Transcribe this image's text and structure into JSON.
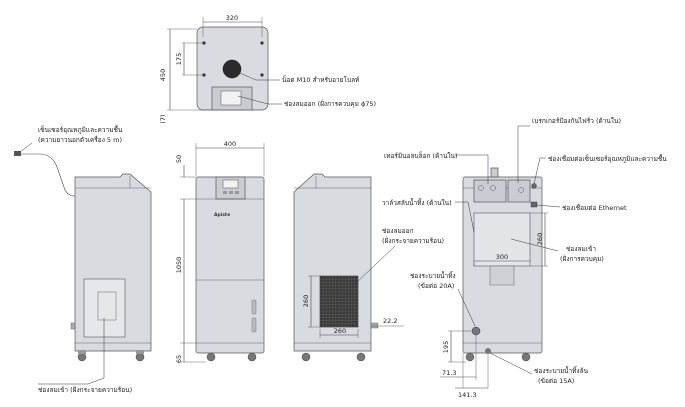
{
  "labels": {
    "top_bolt": "น็อต M10 สำหรับอายโบลท์",
    "top_exhaust": "ช่องลมออก (ฝั่งการควบคุม ϕ75)",
    "sensor": "เซ็นเซอร์อุณหภูมิและความชื้น",
    "sensor_cable": "(ความยาวนอกตัวเครื่อง 5 m)",
    "left_inlet": "ช่องลมเข้า (ฝั่งกระจายความร้อน)",
    "valve": "วาล์วสลับน้ำทิ้ง (ด้านใน)",
    "air_out": "ช่องลมออก",
    "air_out_side": "(ฝั่งกระจายความร้อน)",
    "breaker": "เบรกเกอร์ป้องกันไฟรั่ว (ด้านใน)",
    "terminal": "เทอร์มินอลบล็อก (ด้านใน)",
    "sensor_conn": "ช่องเชื่อมต่อเซ็นเซอร์อุณหภูมิและความชื้น",
    "ethernet": "ช่องเชื่อมต่อ Ethernet",
    "air_in": "ช่องลมเข้า",
    "air_in_side": "(ฝั่งการควบคุม)",
    "drain": "ช่องระบายน้ำทิ้ง",
    "drain_size": "(ข้อต่อ 20A)",
    "overflow": "ช่องระบายน้ำทิ้งล้น",
    "overflow_size": "(ข้อต่อ 15A)",
    "brand": "Apiste"
  },
  "dims": {
    "top_width": "320",
    "top_depth": "450",
    "top_175": "175",
    "top_7": "(7)",
    "front_width": "400",
    "front_50": "50",
    "front_1050": "1050",
    "front_65": "65",
    "side_260w": "260",
    "side_260h": "260",
    "side_22": "22.2",
    "back_300": "300",
    "back_260": "260",
    "back_195": "195",
    "back_71": "71.3",
    "back_141": "141.3"
  }
}
